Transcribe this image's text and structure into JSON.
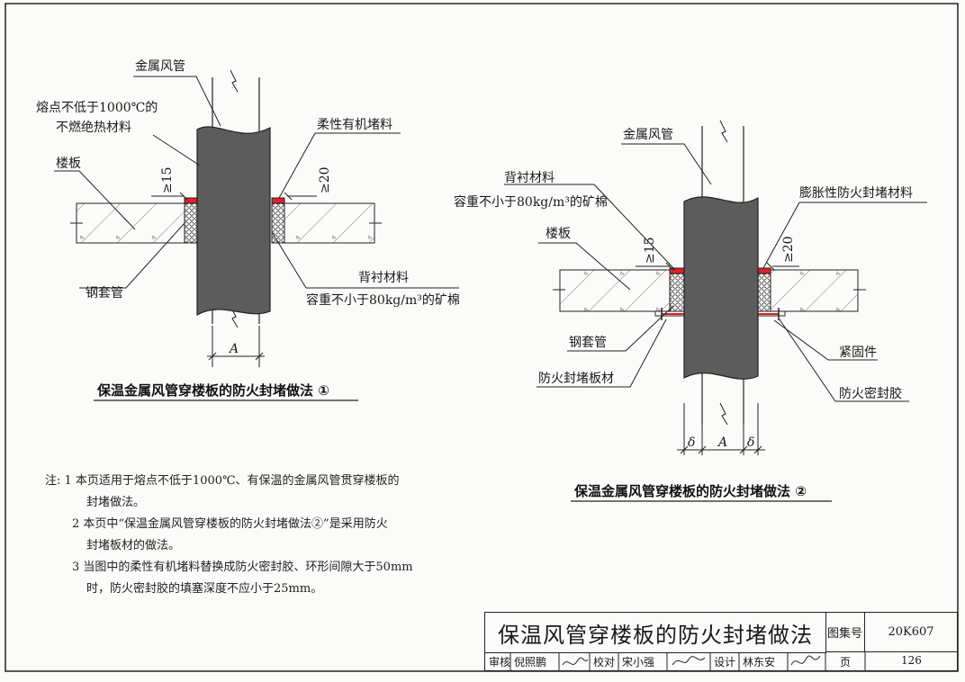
{
  "diagram1": {
    "labels": {
      "metal_duct": "金属风管",
      "insulation_line1": "熔点不低于1000℃的",
      "insulation_line2": "不燃绝热材料",
      "floor_slab": "楼板",
      "gap15": "≥15",
      "flexible_seal": "柔性有机堵料",
      "gap20": "≥20",
      "backing_line1": "背衬材料",
      "backing_line2": "容重不小于80kg/m³的矿棉",
      "steel_sleeve": "钢套管",
      "dim_a": "A"
    },
    "caption": "保温金属风管穿楼板的防火封堵做法 ①"
  },
  "diagram2": {
    "labels": {
      "metal_duct": "金属风管",
      "backing_line1": "背衬材料",
      "backing_line2": "容重不小于80kg/m³的矿棉",
      "intumescent": "膨胀性防火封堵材料",
      "floor_slab": "楼板",
      "gap15": "≥15",
      "gap20": "≥20",
      "steel_sleeve": "钢套管",
      "fire_board": "防火封堵板材",
      "fastener": "紧固件",
      "fire_sealant": "防火密封胶",
      "dim_delta": "δ",
      "dim_a": "A"
    },
    "caption": "保温金属风管穿楼板的防火封堵做法 ②"
  },
  "notes": {
    "prefix": "注:",
    "n1_line1": "1 本页适用于熔点不低于1000℃、有保温的金属风管贯穿楼板的",
    "n1_line2": "封堵做法。",
    "n2_line1": "2 本页中“保温金属风管穿楼板的防火封堵做法②”是采用防火",
    "n2_line2": "封堵板材的做法。",
    "n3_line1": "3 当图中的柔性有机堵料替换成防火密封胶、环形间隙大于50mm",
    "n3_line2": "时，防火密封胶的填塞深度不应小于25mm。"
  },
  "title_block": {
    "title": "保温风管穿楼板的防火封堵做法",
    "atlas_label": "图集号",
    "atlas_no": "20K607",
    "page_label": "页",
    "page_no": "126",
    "review_label": "审核",
    "reviewer": "倪照鹏",
    "check_label": "校对",
    "checker": "宋小强",
    "design_label": "设计",
    "designer": "林东安"
  },
  "colors": {
    "duct": "#5c5c5c",
    "seal_red": "#e0202a",
    "concrete": "#f2f2f2",
    "line": "#1a1a1a"
  }
}
